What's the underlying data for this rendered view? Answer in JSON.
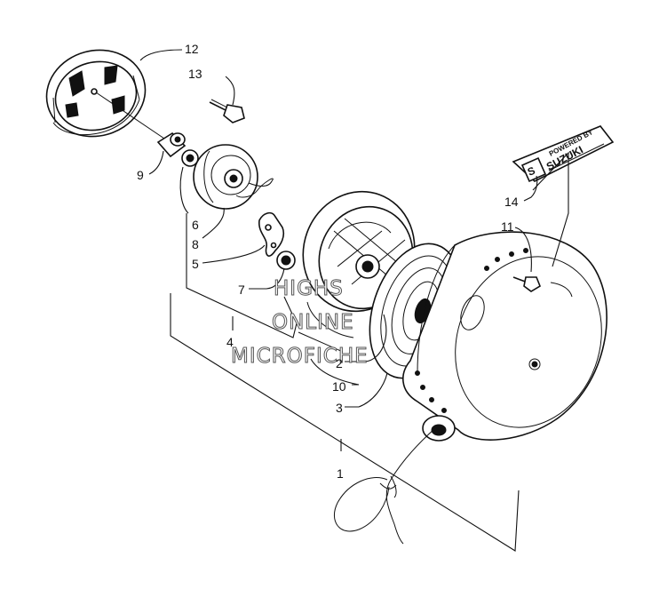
{
  "diagram": {
    "watermark": [
      "HIGHS",
      "ONLINE",
      "MICROFICHE"
    ],
    "label_decal": {
      "small_text": "POWERED BY",
      "brand": "SUZUKI",
      "logo_letter": "S"
    },
    "callouts": [
      {
        "id": "c12",
        "text": "12"
      },
      {
        "id": "c13",
        "text": "13"
      },
      {
        "id": "c9",
        "text": "9"
      },
      {
        "id": "c6",
        "text": "6"
      },
      {
        "id": "c8",
        "text": "8"
      },
      {
        "id": "c5",
        "text": "5"
      },
      {
        "id": "c7",
        "text": "7"
      },
      {
        "id": "c4",
        "text": "4"
      },
      {
        "id": "c2",
        "text": "2"
      },
      {
        "id": "c10",
        "text": "10"
      },
      {
        "id": "c3",
        "text": "3"
      },
      {
        "id": "c1",
        "text": "1"
      },
      {
        "id": "c14",
        "text": "14"
      },
      {
        "id": "c11",
        "text": "11"
      }
    ]
  }
}
